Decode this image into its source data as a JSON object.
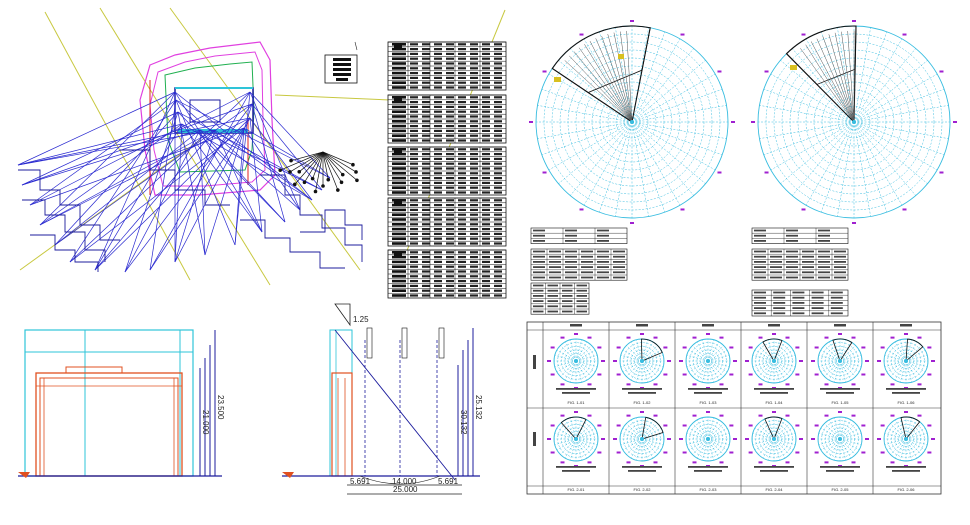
{
  "colors": {
    "background": "#ffffff",
    "ray_blue": "#2a2ad0",
    "building_blue": "#1c1c9c",
    "cyan": "#2ec4d8",
    "magenta": "#e040e0",
    "green": "#20b050",
    "yellow_guide": "#c8c840",
    "orange_red": "#e05020",
    "table_black": "#111111",
    "polar_grid": "#39bde0",
    "polar_label": "#a020d0"
  },
  "elevation_center": {
    "height_label": "1.25",
    "top_dim_labels": [
      "5.691",
      "14.000",
      "5.691"
    ],
    "overall_dim_label": "25.000",
    "height_dims": [
      "25.132",
      "30.132"
    ]
  },
  "elevation_left": {
    "height_dims": [
      "23.500",
      "21.000"
    ]
  },
  "sun_diagram_footers": [
    "FIG. 1-01",
    "FIG. 1-02",
    "FIG. 1-03",
    "FIG. 1-04",
    "FIG. 1-05",
    "FIG. 1-06",
    "FIG. 2-01",
    "FIG. 2-02",
    "FIG. 2-03",
    "FIG. 2-04",
    "FIG. 2-05",
    "FIG. 2-06"
  ]
}
